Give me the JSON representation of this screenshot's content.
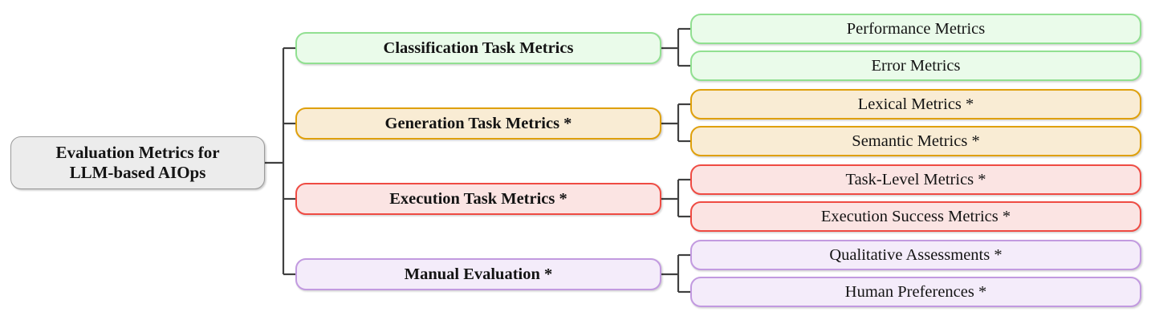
{
  "diagram": {
    "type": "mindmap-tree",
    "title": "Evaluation Metrics for LLM-based AIOps",
    "root": {
      "label": "Evaluation Metrics for\nLLM-based AIOps",
      "fill": "#ececec",
      "border": "#9a9a9a"
    },
    "branches": [
      {
        "label": "Classification Task Metrics",
        "palette": "pal-green",
        "fill": "#eafbea",
        "border": "#91e091",
        "children": [
          {
            "label": "Performance Metrics"
          },
          {
            "label": "Error Metrics"
          }
        ]
      },
      {
        "label": "Generation Task Metrics *",
        "palette": "pal-orange",
        "fill": "#f9ecd4",
        "border": "#dfa00c",
        "children": [
          {
            "label": "Lexical Metrics *"
          },
          {
            "label": "Semantic Metrics *"
          }
        ]
      },
      {
        "label": "Execution Task Metrics *",
        "palette": "pal-red",
        "fill": "#fbe4e3",
        "border": "#ef4b43",
        "children": [
          {
            "label": "Task-Level Metrics *"
          },
          {
            "label": "Execution Success Metrics *"
          }
        ]
      },
      {
        "label": "Manual Evaluation *",
        "palette": "pal-purple",
        "fill": "#f4ecfa",
        "border": "#c29ae0",
        "children": [
          {
            "label": "Qualitative Assessments *"
          },
          {
            "label": "Human Preferences *"
          }
        ]
      }
    ],
    "connector_color": "#404040"
  }
}
